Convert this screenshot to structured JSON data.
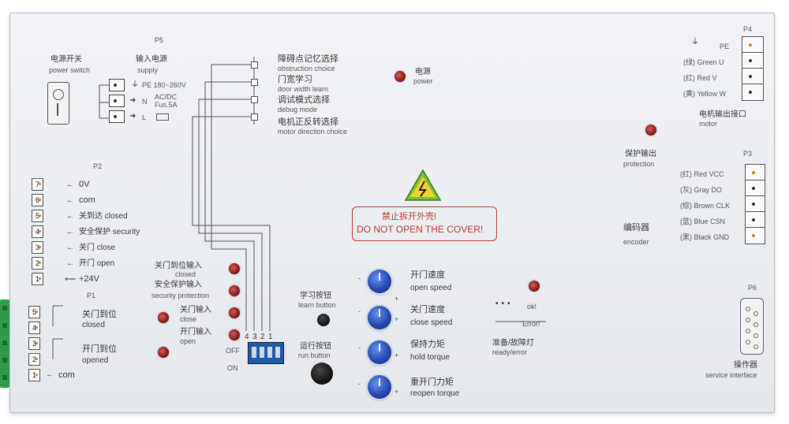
{
  "p5": {
    "heading": "P5",
    "power_switch_cn": "电源开关",
    "power_switch_en": "power switch",
    "supply_cn": "输入电源",
    "supply_en": "supply",
    "pe_label": "PE 180~260V",
    "n_label": "N",
    "acdc": "AC/DC",
    "fuse": "Fus.5A",
    "l_label": "L"
  },
  "dip_labels": [
    {
      "cn": "障碍点记忆选择",
      "en": "obstruction choice"
    },
    {
      "cn": "门宽学习",
      "en": "door width learn"
    },
    {
      "cn": "调试模式选择",
      "en": "debug mode"
    },
    {
      "cn": "电机正反转选择",
      "en": "motor direction choice"
    }
  ],
  "power_led": {
    "cn": "电源",
    "en": "power"
  },
  "p4": {
    "heading": "P4",
    "rows": [
      "PE",
      "(绿) Green  U",
      "(红) Red      V",
      "(黄) Yellow W"
    ],
    "caption_cn": "电机输出接口",
    "caption_en": "motor"
  },
  "protection": {
    "cn": "保护输出",
    "en": "protection"
  },
  "p3": {
    "heading": "P3",
    "rows": [
      "(红) Red    VCC",
      "(灰) Gray    DO",
      "(棕) Brown  CLK",
      "(蓝) Blue   CSN",
      "(黑) Black  GND"
    ]
  },
  "encoder": {
    "cn": "编码器",
    "en": "encoder"
  },
  "warning": {
    "cn": "禁止拆开外壳!",
    "en": "DO NOT OPEN THE COVER!"
  },
  "p2": {
    "heading": "P2",
    "pins": [
      "7",
      "6",
      "5",
      "4",
      "3",
      "2",
      "1"
    ],
    "labels": [
      "0V",
      "com",
      "关到达 closed",
      "安全保护 security",
      "关门 close",
      "开门 open",
      "+24V"
    ]
  },
  "p1": {
    "heading": "P1",
    "pins": [
      "5",
      "4",
      "3",
      "2",
      "1"
    ],
    "closed_cn": "关门到位",
    "closed_en": "closed",
    "opened_cn": "开门到位",
    "opened_en": "opened",
    "com": "com"
  },
  "input_leds": [
    {
      "cn": "关门到位输入",
      "en": "closed"
    },
    {
      "cn": "安全保护输入",
      "en": "security protection"
    },
    {
      "cn": "关门输入",
      "en": "close"
    },
    {
      "cn": "开门输入",
      "en": "open"
    }
  ],
  "dip_switch": {
    "numbers": [
      "4",
      "3",
      "2",
      "1"
    ],
    "off": "OFF",
    "on": "ON"
  },
  "learn_button": {
    "cn": "学习按钮",
    "en": "learn button"
  },
  "run_button": {
    "cn": "运行按钮",
    "en": "run button"
  },
  "knobs": [
    {
      "cn": "开门速度",
      "en": "open speed"
    },
    {
      "cn": "关门速度",
      "en": "close speed"
    },
    {
      "cn": "保持力矩",
      "en": "hold torque"
    },
    {
      "cn": "重开门力矩",
      "en": "reopen torque"
    }
  ],
  "status": {
    "ok": "ok!",
    "error": "Error!",
    "cn": "准备/故障灯",
    "en": "ready/error"
  },
  "p6": {
    "heading": "P6",
    "cn": "操作器",
    "en": "service interface"
  },
  "colors": {
    "panel": "#eceff3",
    "led": "#9b2020",
    "knob": "#2a4fb8",
    "warning_red": "#c0392b",
    "dip_blue": "#1e5aa8"
  }
}
